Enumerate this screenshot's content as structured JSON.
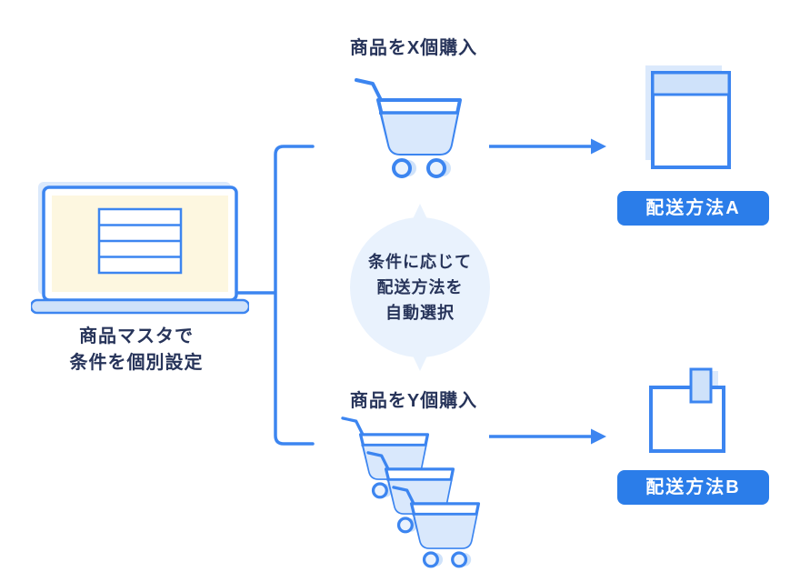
{
  "colors": {
    "stroke_blue": "#3c85f0",
    "fill_light_blue": "#cfe2fa",
    "fill_pale_blue": "#e9f2fd",
    "ghost_blue": "#dbe9fc",
    "text_navy": "#27345a",
    "badge_blue": "#2b7de9",
    "badge_text": "#ffffff",
    "laptop_screen_cream": "#fdf7e0"
  },
  "icons": {
    "laptop": "laptop-icon",
    "cart_single": "shopping-cart-icon",
    "cart_multiple": "shopping-carts-icon",
    "envelope": "envelope-icon",
    "box": "box-icon",
    "bubble": "speech-bubble-icon",
    "arrow": "arrow-right-icon"
  },
  "laptop": {
    "caption_lines": [
      "商品マスタで",
      "条件を個別設定"
    ]
  },
  "top_flow": {
    "label": "商品をX個購入",
    "badge": "配送方法A"
  },
  "bottom_flow": {
    "label": "商品をY個購入",
    "badge": "配送方法B"
  },
  "center_bubble": {
    "lines": [
      "条件に応じて",
      "配送方法を",
      "自動選択"
    ]
  }
}
